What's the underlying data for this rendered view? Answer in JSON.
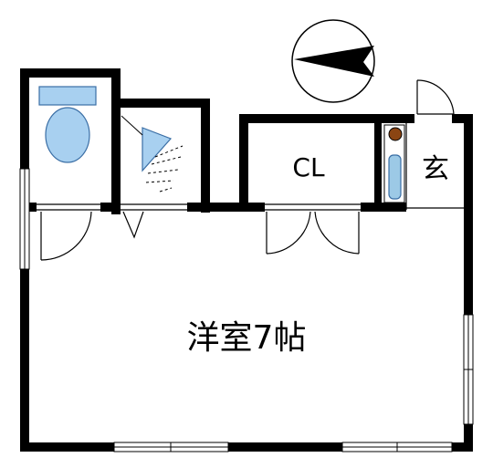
{
  "rooms": {
    "closet_label": "CL",
    "entrance_label": "玄",
    "main_room_label": "洋室7帖"
  },
  "icons": {
    "compass": "north-arrow-icon",
    "toilet": "toilet-icon",
    "shower": "shower-icon",
    "washbasin": "washbasin-icon"
  },
  "colors": {
    "wall": "#000000",
    "fixture_fill": "#a8d0f0",
    "fixture_stroke": "#3a6ea5",
    "basin_fill": "#9cc9e6",
    "tap": "#8b4513"
  }
}
